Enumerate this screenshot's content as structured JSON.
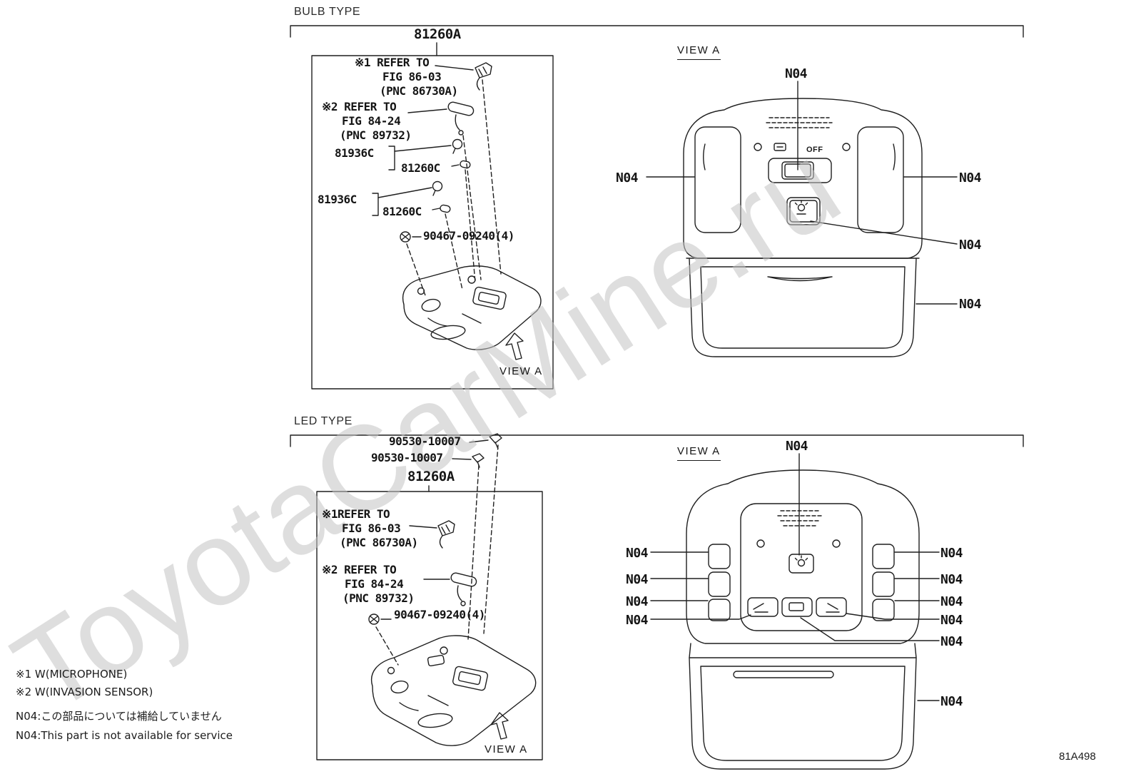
{
  "watermark": "ToyotaCarMine.ru",
  "page_code": "81A498",
  "bulb": {
    "title": "BULB TYPE",
    "main_part": "81260A",
    "ref1": {
      "l1": "※1 REFER TO",
      "l2": "FIG 86-03",
      "l3": "(PNC 86730A)"
    },
    "ref2": {
      "l1": "※2 REFER TO",
      "l2": "FIG 84-24",
      "l3": "(PNC 89732)"
    },
    "pairs": [
      {
        "socket": "81936C",
        "bulb": "81260C"
      },
      {
        "socket": "81936C",
        "bulb": "81260C"
      }
    ],
    "screw_part": "90467-09240(4)",
    "view_label": "VIEW A",
    "view_header": "VIEW A",
    "off_label": "OFF",
    "callouts": {
      "top": "N04",
      "left": "N04",
      "right": "N04",
      "switch": "N04",
      "tray": "N04"
    }
  },
  "led": {
    "title": "LED TYPE",
    "clip_part1": "90530-10007",
    "clip_part2": "90530-10007",
    "main_part": "81260A",
    "ref1": {
      "l1": "※1REFER TO",
      "l2": "FIG 86-03",
      "l3": "(PNC 86730A)"
    },
    "ref2": {
      "l1": "※2 REFER TO",
      "l2": "FIG 84-24",
      "l3": "(PNC 89732)"
    },
    "screw_part": "90467-09240(4)",
    "view_label": "VIEW A",
    "view_header": "VIEW A",
    "callouts": {
      "top": "N04",
      "left": [
        "N04",
        "N04",
        "N04",
        "N04"
      ],
      "right": [
        "N04",
        "N04",
        "N04",
        "N04",
        "N04"
      ],
      "tray": "N04"
    }
  },
  "notes": {
    "l1": "※1 W(MICROPHONE)",
    "l2": "※2 W(INVASION SENSOR)",
    "l3": "N04:この部品については補給していません",
    "l4": "N04:This part is not available for service"
  }
}
